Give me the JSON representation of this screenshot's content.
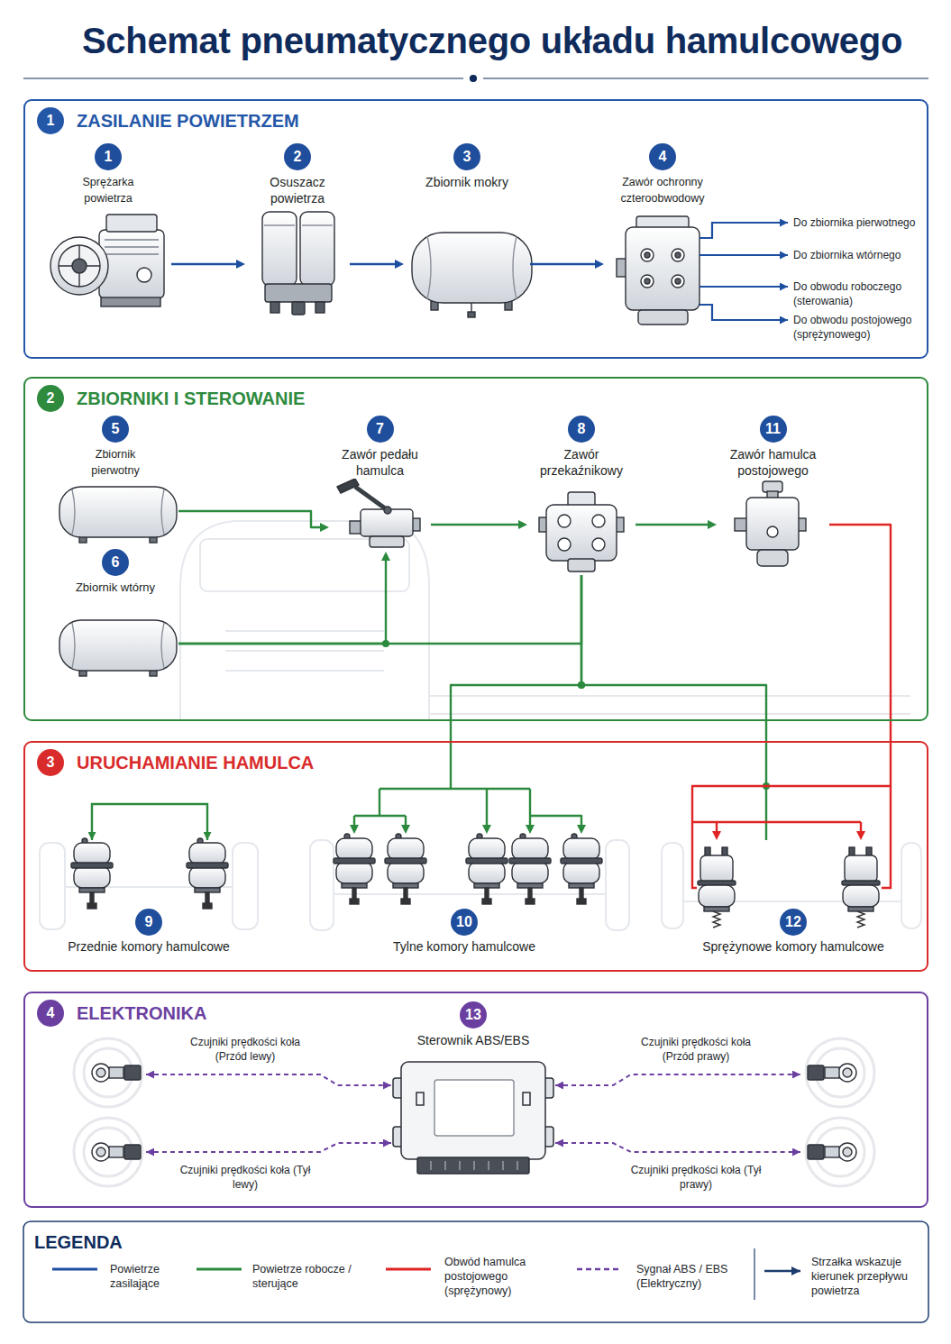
{
  "diagram": {
    "title": "Schemat pneumatycznego układu hamulcowego",
    "nodes": [
      {
        "text": [
          "1",
          "ZASILANIE POWIETRZEM"
        ]
      },
      {
        "text": [
          "1",
          "Sprężarka powietrza"
        ],
        "in": 0
      },
      {
        "text": [
          "2",
          "Osuszacz powietrza"
        ],
        "in": 0
      },
      {
        "text": [
          "3",
          "Zbiornik mokry"
        ],
        "in": 0
      },
      {
        "text": [
          "4",
          "Zawór ochronny czteroobwodowy"
        ],
        "in": 0
      },
      {
        "text": [
          "2",
          "ZBIORNIKI I STEROWANIE"
        ]
      },
      {
        "text": [
          "5",
          "Zbiornik pierwotny"
        ],
        "in": 5
      },
      {
        "text": [
          "6",
          "Zbiornik wtórny"
        ],
        "in": 5
      },
      {
        "text": [
          "7",
          "Zawór pedału hamulca"
        ],
        "in": 5
      },
      {
        "text": [
          "8",
          "Zawór przekaźnikowy"
        ],
        "in": 5
      },
      {
        "text": [
          "11",
          "Zawór hamulca postojowego"
        ],
        "in": 5
      },
      {
        "text": [
          "3",
          "URUCHAMIANIE HAMULCA"
        ]
      },
      {
        "text": [
          "9",
          "Przednie komory hamulcowe"
        ],
        "in": 11
      },
      {
        "text": [
          "10",
          "Tylne komory hamulcowe"
        ],
        "in": 11
      },
      {
        "text": [
          "12",
          "Sprężynowe komory hamulcowe"
        ],
        "in": 11
      },
      {
        "text": [
          "4",
          "ELEKTRONIKA"
        ]
      },
      {
        "text": [
          "13",
          "Sterownik ABS/EBS"
        ],
        "in": 15
      }
    ],
    "edges": [
      {
        "from": 1,
        "to": 2,
        "arrow": "to"
      },
      {
        "from": 2,
        "to": 3,
        "arrow": "to"
      },
      {
        "from": 3,
        "to": 4,
        "arrow": "to"
      },
      {
        "from": 6,
        "to": 8,
        "arrow": "to"
      },
      {
        "from": 7,
        "to": 8,
        "arrow": "to"
      },
      {
        "from": 7,
        "to": 9,
        "arrow": "none"
      },
      {
        "from": 8,
        "to": 9,
        "arrow": "to"
      },
      {
        "from": 9,
        "to": 10,
        "arrow": "to"
      },
      {
        "from": 9,
        "to": 13,
        "arrow": "to"
      },
      {
        "from": 9,
        "to": 14,
        "arrow": "none"
      },
      {
        "from": 10,
        "to": 14,
        "arrow": "to"
      }
    ],
    "labels": [
      "Do zbiornika pierwotnego",
      "Do zbiornika wtórnego",
      "Do obwodu roboczego (sterowania)",
      "Do obwodu postojowego (sprężynowego)",
      "Czujniki prędkości koła (Przód lewy)",
      "Czujniki prędkości koła (Przód prawy)",
      "Czujniki prędkości koła (Tył lewy)",
      "Czujniki prędkości koła (Tył prawy)",
      "LEGENDA"
    ],
    "legend": [
      {
        "text": "Powietrze zasilające"
      },
      {
        "text": "Powietrze robocze / sterujące"
      },
      {
        "text": "Obwód hamulca postojowego (sprężynowy)"
      },
      {
        "text": "Sygnał ABS / EBS (Elektryczny)"
      },
      {
        "text": "Strzałka wskazuje kierunek przepływu powietrza"
      }
    ]
  }
}
